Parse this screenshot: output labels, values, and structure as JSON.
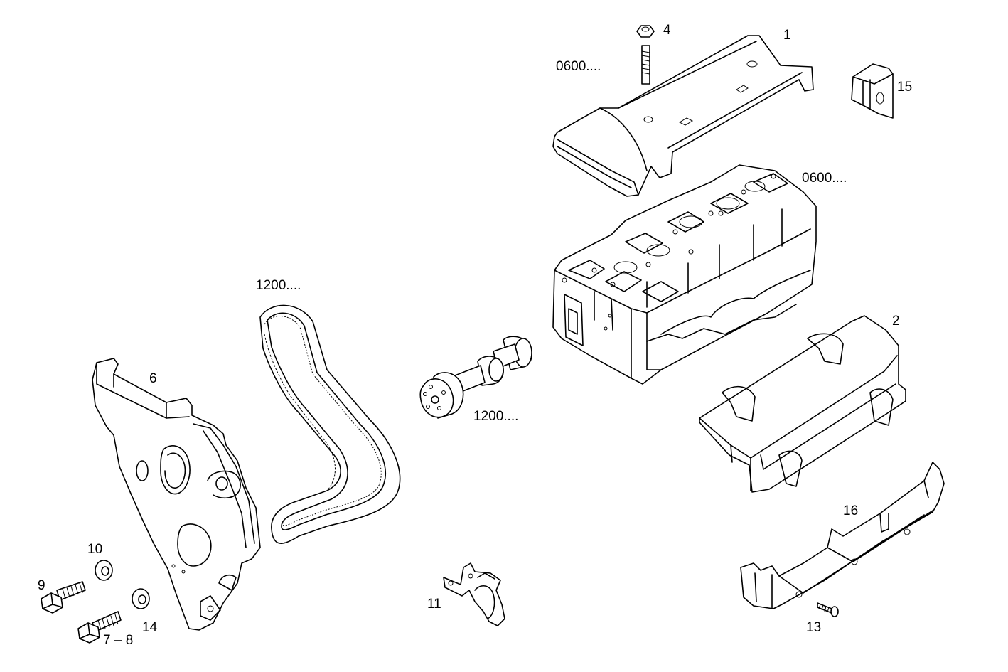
{
  "labels": {
    "p1": "1",
    "p2": "2",
    "p4": "4",
    "p6": "6",
    "p7_8": "7 – 8",
    "p9": "9",
    "p10": "10",
    "p11": "11",
    "p13": "13",
    "p14": "14",
    "p15": "15",
    "p16": "16",
    "ref_0600_top": "0600....",
    "ref_0600_head": "0600....",
    "ref_1200_belt": "1200....",
    "ref_1200_cam": "1200...."
  }
}
